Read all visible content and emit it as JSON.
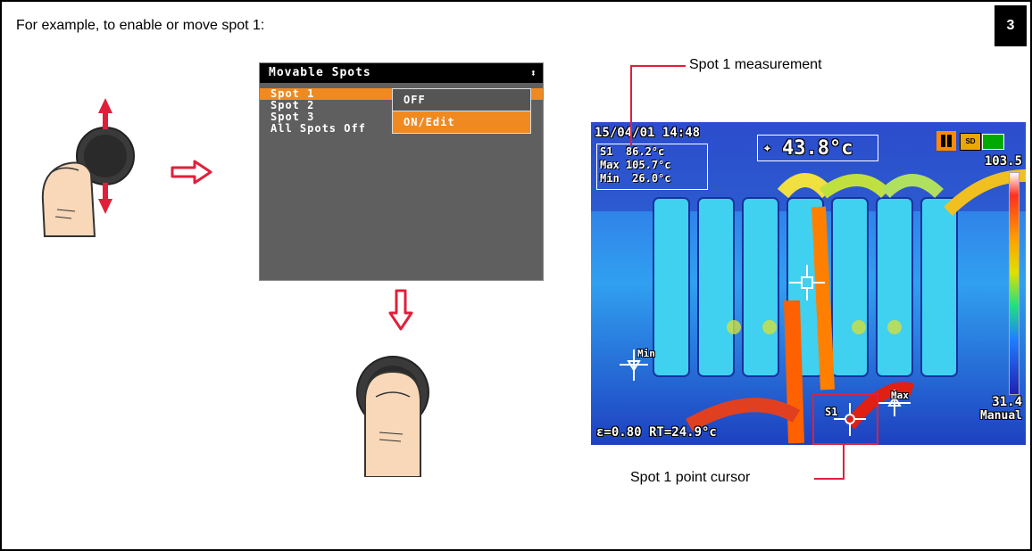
{
  "page": {
    "intro": "For example, to enable or move spot 1:",
    "page_number": "3"
  },
  "menu": {
    "title": "Movable Spots",
    "scroll_icon": "updown-arrow-icon",
    "items": [
      "Spot 1",
      "Spot 2",
      "Spot 3",
      "All Spots Off"
    ],
    "selected_index": 0,
    "popup": {
      "options": [
        "OFF",
        "ON/Edit"
      ],
      "selected_index": 1
    }
  },
  "thermal": {
    "datetime": "15/04/01 14:48",
    "center_temp": "43.8°c",
    "spots": [
      {
        "label": "S1",
        "value": "86.2°c"
      },
      {
        "label": "Max",
        "value": "105.7°c"
      },
      {
        "label": "Min",
        "value": "26.0°c"
      }
    ],
    "scale_max": "103.5",
    "scale_min": "31.4",
    "mode": "Manual",
    "status": "ε=0.80 RT=24.9°c",
    "min_marker": "Min",
    "max_marker": "Max",
    "s1_marker": "S1",
    "sd_label": "SD"
  },
  "callouts": {
    "measurement": "Spot 1 measurement",
    "cursor": "Spot 1 point cursor"
  },
  "colors": {
    "accent": "#e0203a",
    "menu_highlight": "#f08a20",
    "menu_bg": "#5f5f5f"
  }
}
